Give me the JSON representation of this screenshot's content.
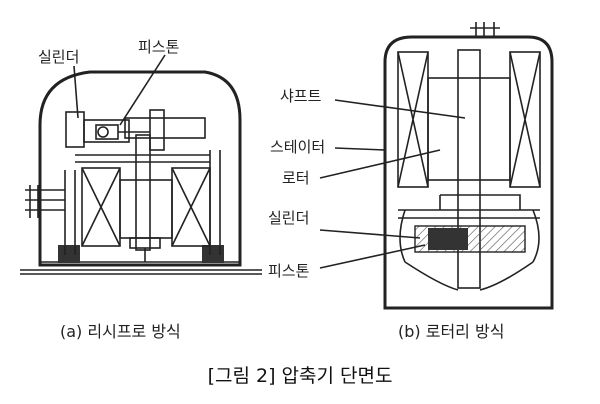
{
  "labels": {
    "cylinder_a": "실린더",
    "piston_a": "피스톤",
    "shaft": "샤프트",
    "stator": "스테이터",
    "rotor": "로터",
    "cylinder_b": "실린더",
    "piston_b": "피스톤"
  },
  "captions": {
    "a": "(a) 리시프로 방식",
    "b": "(b) 로터리 방식"
  },
  "figure_title": "[그림 2] 압축기 단면도",
  "colors": {
    "line": "#222222",
    "fill_dark": "#333333",
    "hatch": "#555555"
  }
}
